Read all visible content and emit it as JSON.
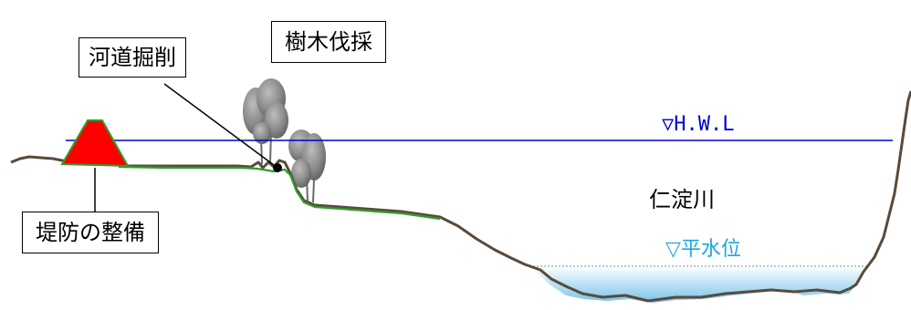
{
  "labels": {
    "channel_excavation": "河道掘削",
    "tree_felling": "樹木伐採",
    "levee_maintenance": "堤防の整備",
    "river_name": "仁淀川",
    "high_water_level": "▽H.W.L",
    "normal_water_level": "▽平水位"
  },
  "colors": {
    "levee_fill": "#ff0000",
    "levee_outline": "#2e9e2e",
    "ground_line": "#5a4a3a",
    "excavation_line": "#2e9e2e",
    "hwl_line": "#0000cc",
    "normal_water_label": "#1ea7e1",
    "water_fill": "#bfe4f5",
    "trees": "#8c8c8c"
  }
}
